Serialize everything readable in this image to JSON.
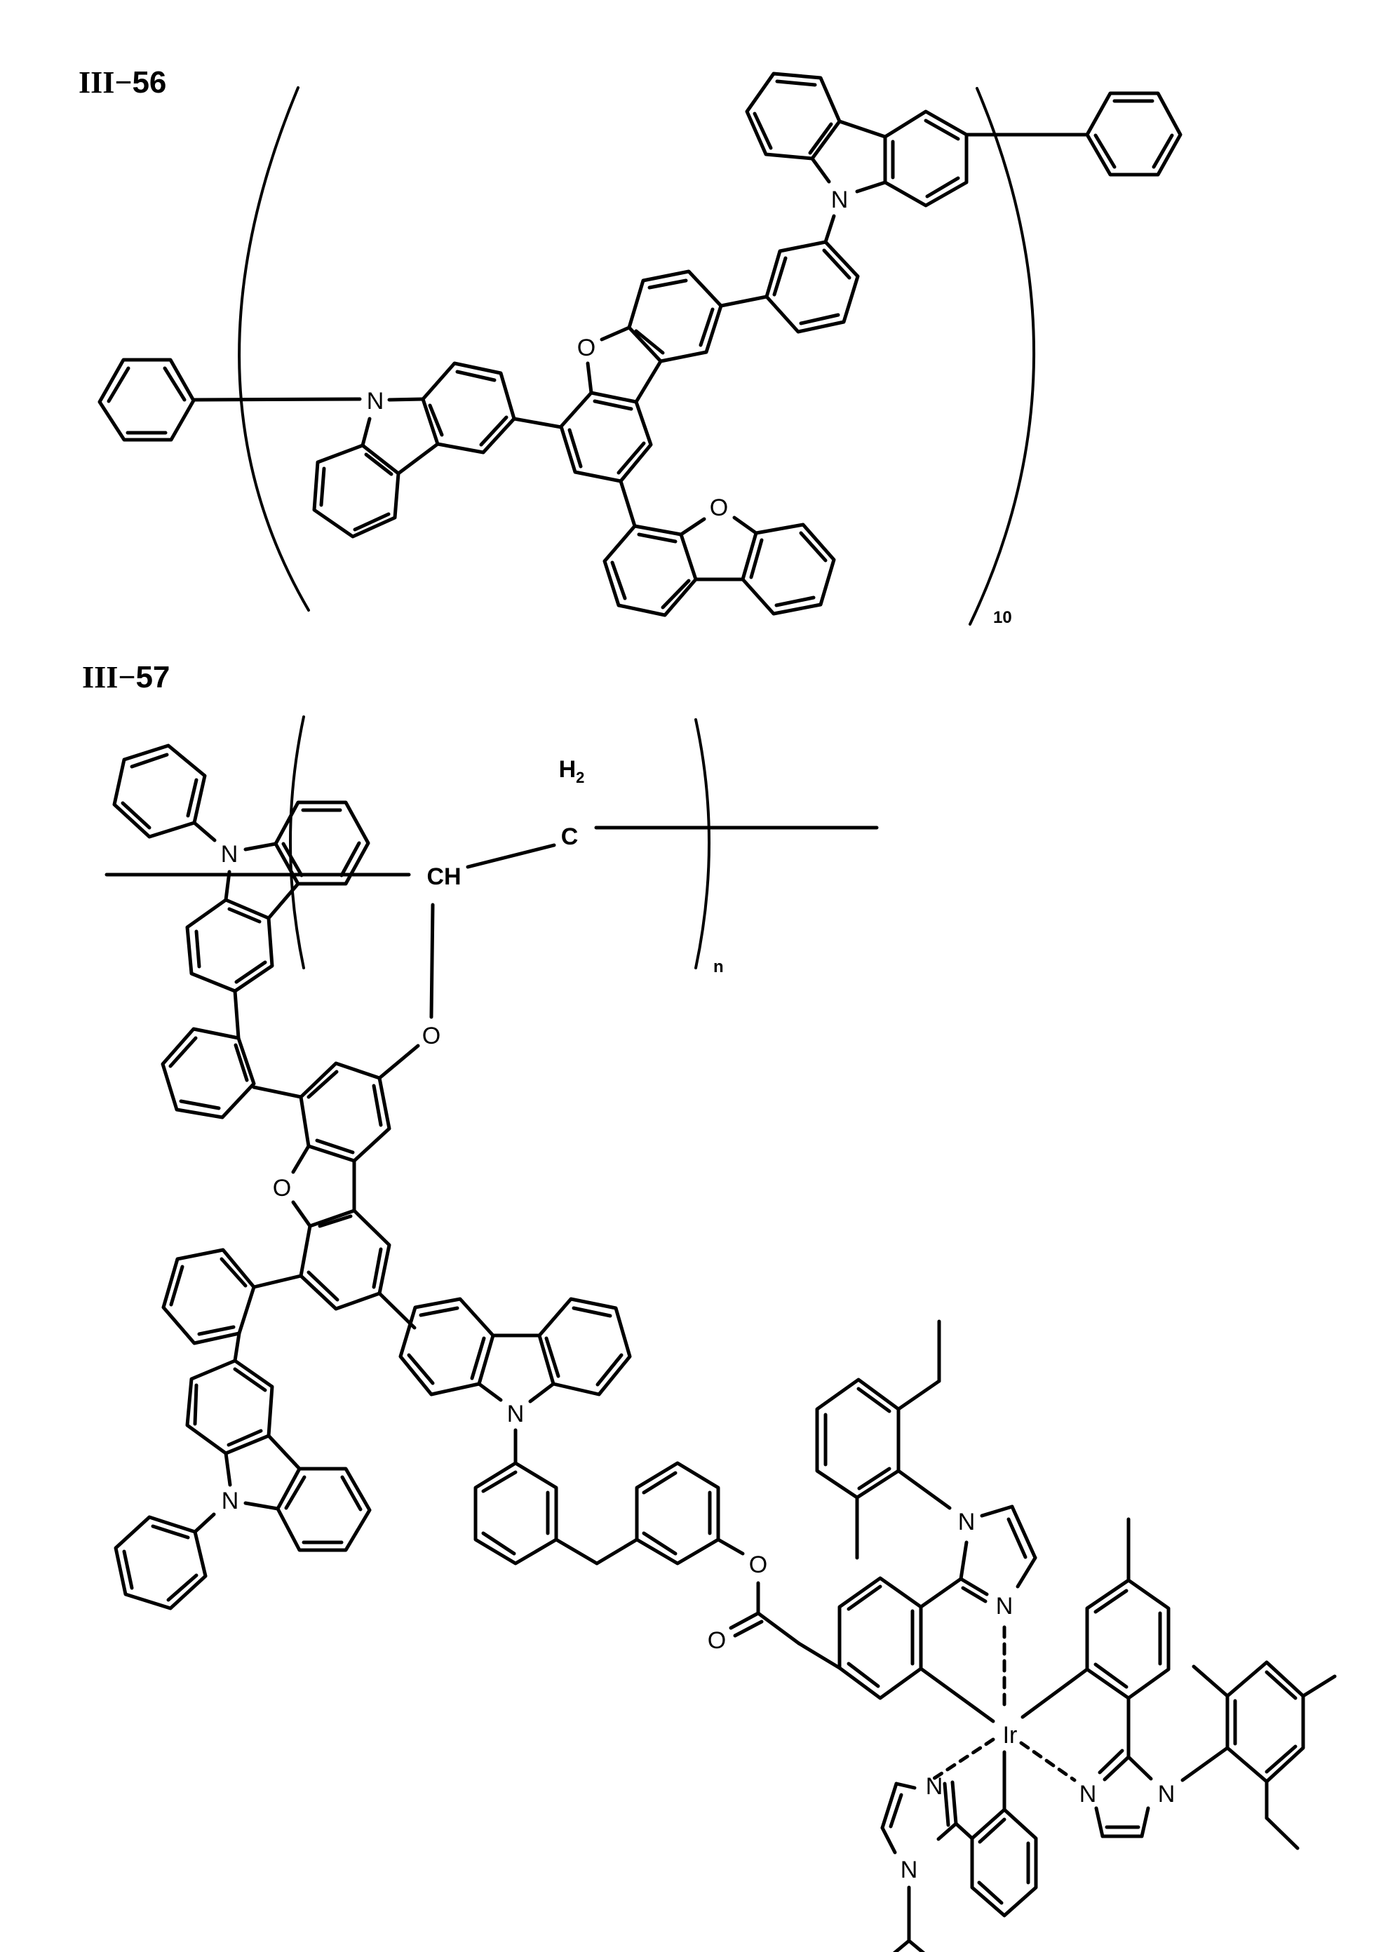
{
  "compounds": [
    {
      "id": "III-56",
      "label_prefix": "III",
      "label_dash": "−",
      "label_number": "56",
      "repeat_count": "10",
      "atom_labels": {
        "n_top": "N",
        "n_left": "N",
        "o_upper_dbf": "O",
        "o_lower_dbf": "O"
      }
    },
    {
      "id": "III-57",
      "label_prefix": "III",
      "label_dash": "−",
      "label_number": "57",
      "repeat_count": "n",
      "atom_labels": {
        "ch": "CH",
        "c": "C",
        "h2": "H",
        "h2_sub": "2",
        "o_ether": "O",
        "n_upper_carbazole": "N",
        "o_dbf": "O",
        "n_lower_carbazole": "N",
        "n_right_carbazole": "N",
        "o_ester": "O",
        "o_carbonyl": "O",
        "ir": "Ir",
        "n_imid1_a": "N",
        "n_imid1_b": "N",
        "n_imid2_a": "N",
        "n_imid2_b": "N",
        "n_imid3_a": "N",
        "n_imid3_b": "N"
      }
    }
  ],
  "colors": {
    "ink": "#000000",
    "paper": "#ffffff"
  }
}
